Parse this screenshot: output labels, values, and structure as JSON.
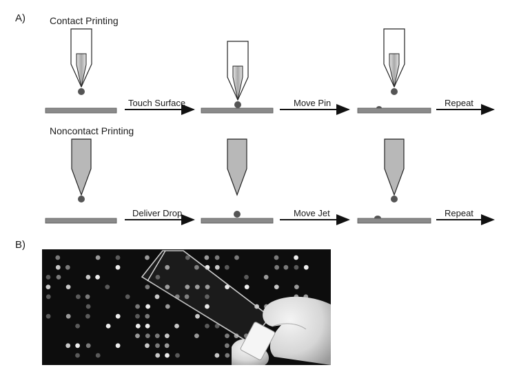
{
  "panel_a": {
    "label": "A)",
    "contact": {
      "title": "Contact Printing",
      "steps": [
        "Touch Surface",
        "Move Pin",
        "Repeat"
      ]
    },
    "noncontact": {
      "title": "Noncontact Printing",
      "steps": [
        "Deliver Drop",
        "Move Jet",
        "Repeat"
      ]
    }
  },
  "panel_b": {
    "label": "B)"
  },
  "colors": {
    "substrate": "#8a8a8a",
    "drop": "#555555",
    "jet_fill": "#b8b8b8",
    "array_background": "#0d0d0d"
  }
}
